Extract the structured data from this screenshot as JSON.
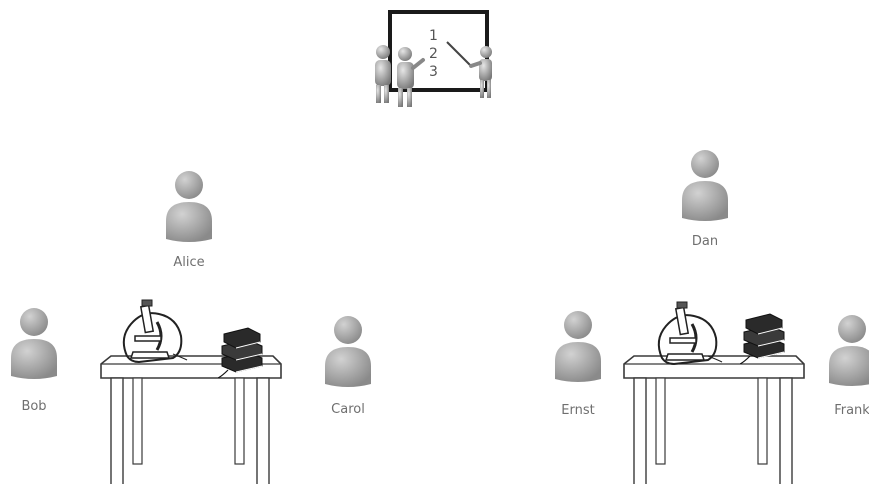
{
  "board": {
    "lines": [
      "1",
      "2",
      "3"
    ]
  },
  "groups": [
    {
      "members": [
        {
          "name": "Alice",
          "role": "top"
        },
        {
          "name": "Bob",
          "role": "left"
        },
        {
          "name": "Carol",
          "role": "right"
        }
      ]
    },
    {
      "members": [
        {
          "name": "Dan",
          "role": "top"
        },
        {
          "name": "Ernst",
          "role": "left"
        },
        {
          "name": "Frank",
          "role": "right"
        }
      ]
    }
  ],
  "colors": {
    "person_fill": "#8a8a8a",
    "person_highlight": "#d2d2d2",
    "table_line": "#3a3a3a",
    "board_frame": "#1a1a1a",
    "label_text": "#6f6f6f"
  },
  "icons": [
    "person-icon",
    "microscope-icon",
    "books-icon",
    "table-icon",
    "whiteboard-icon"
  ]
}
